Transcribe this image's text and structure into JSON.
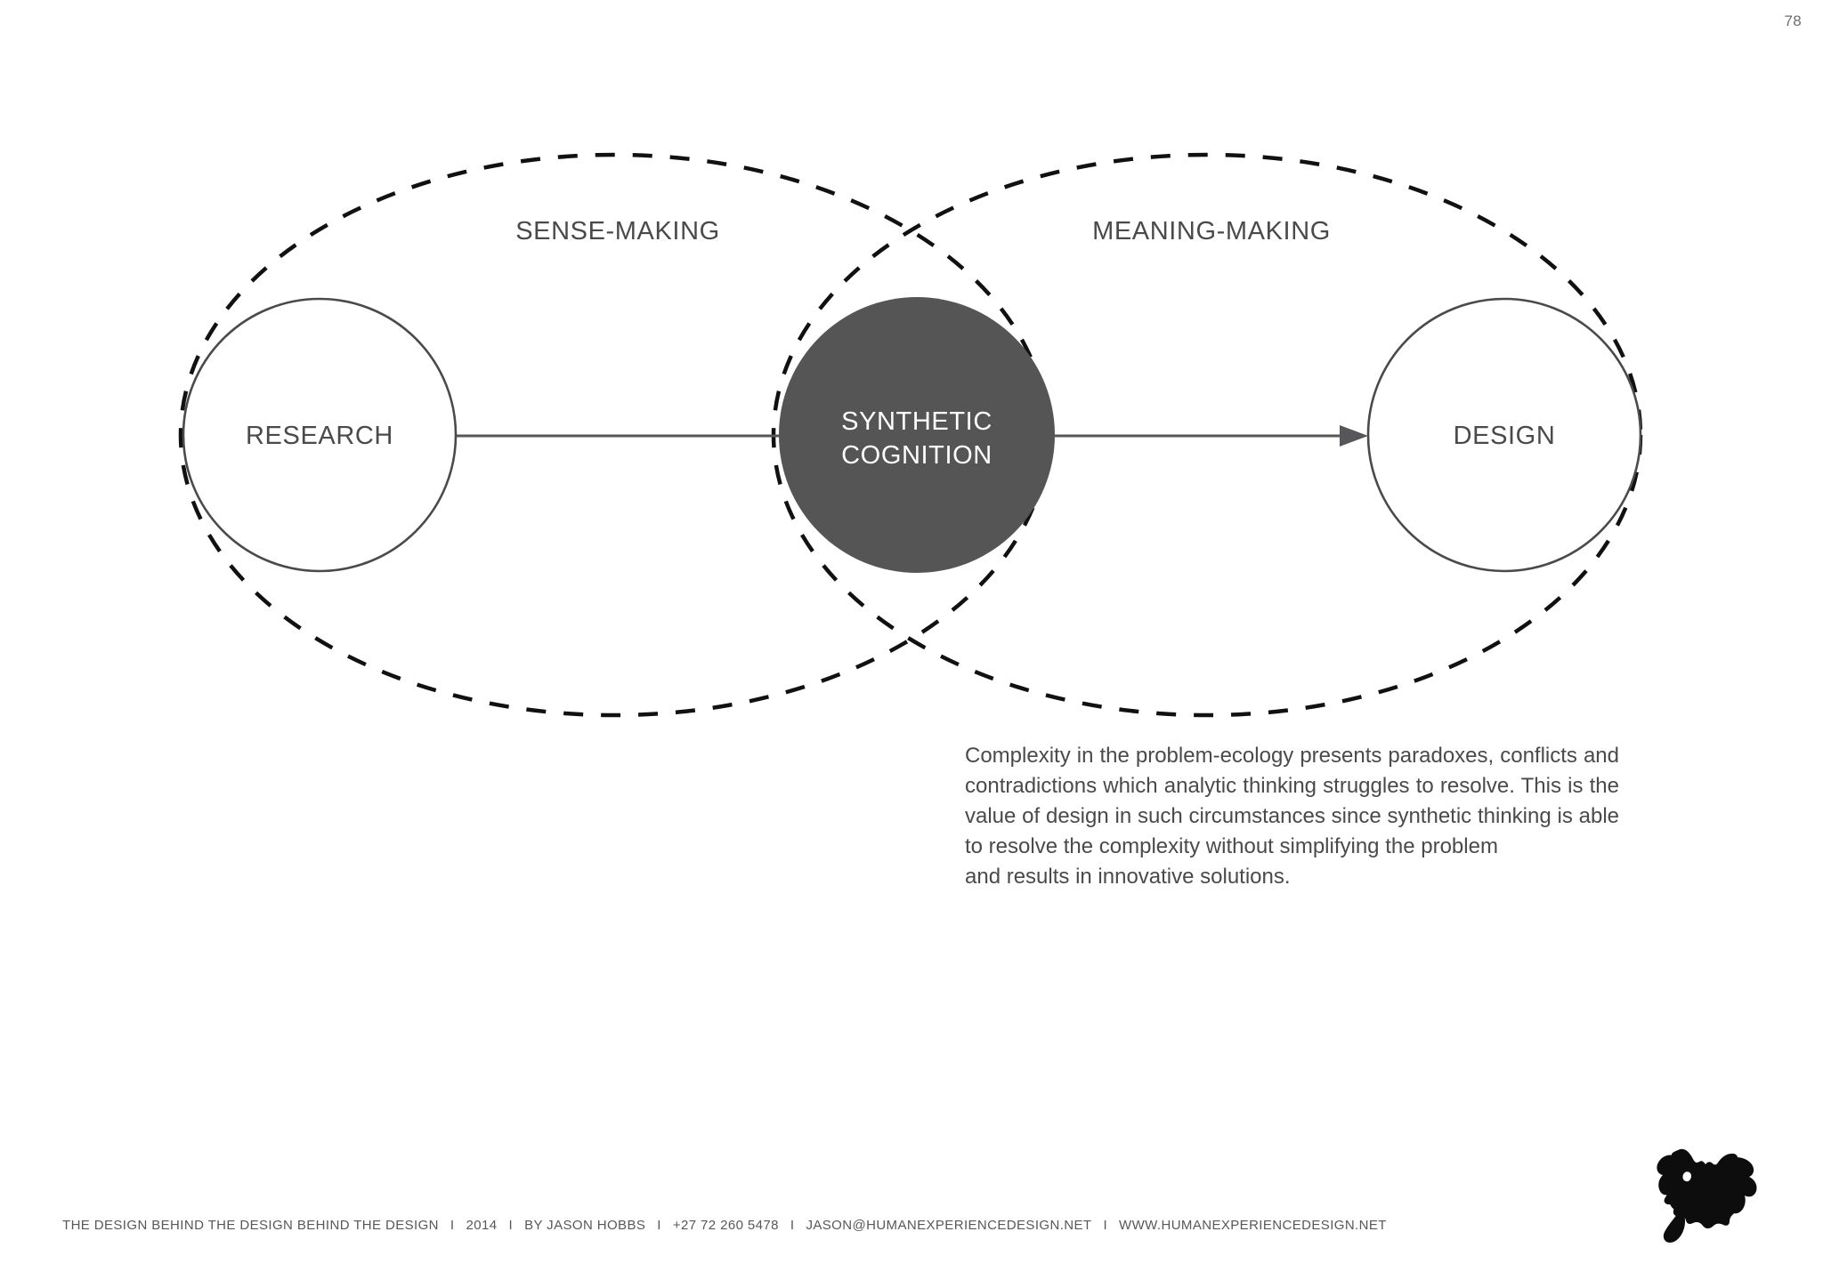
{
  "page": {
    "number": "78"
  },
  "diagram": {
    "zones": [
      {
        "label": "SENSE-MAKING"
      },
      {
        "label": "MEANING-MAKING"
      }
    ],
    "nodes": [
      {
        "id": "research",
        "label": "RESEARCH",
        "style": "outline"
      },
      {
        "id": "synthetic-cognition",
        "label_line1": "SYNTHETIC",
        "label_line2": "COGNITION",
        "style": "filled"
      },
      {
        "id": "design",
        "label": "DESIGN",
        "style": "outline"
      }
    ],
    "colors": {
      "filled_node": "#555555",
      "outline_stroke": "#4a4a4a",
      "dashed_stroke": "#111111",
      "connector": "#55575a",
      "text": "#4a4a4a",
      "text_on_dark": "#ffffff",
      "background": "#ffffff"
    }
  },
  "body": {
    "paragraph": "Complexity in the problem-ecology presents paradoxes, conflicts and contradictions which analytic thinking struggles to resolve. This is the value of design in such circumstances since synthetic thinking is able to resolve the complexity without simplifying the problem",
    "paragraph_last_line": "and results in innovative solutions."
  },
  "footer": {
    "title": "THE DESIGN BEHIND THE DESIGN BEHIND THE DESIGN",
    "year": "2014",
    "author": "BY JASON HOBBS",
    "phone": "+27 72 260 5478",
    "email": "JASON@HUMANEXPERIENCEDESIGN.NET",
    "website": "WWW.HUMANEXPERIENCEDESIGN.NET",
    "separator": "I"
  }
}
